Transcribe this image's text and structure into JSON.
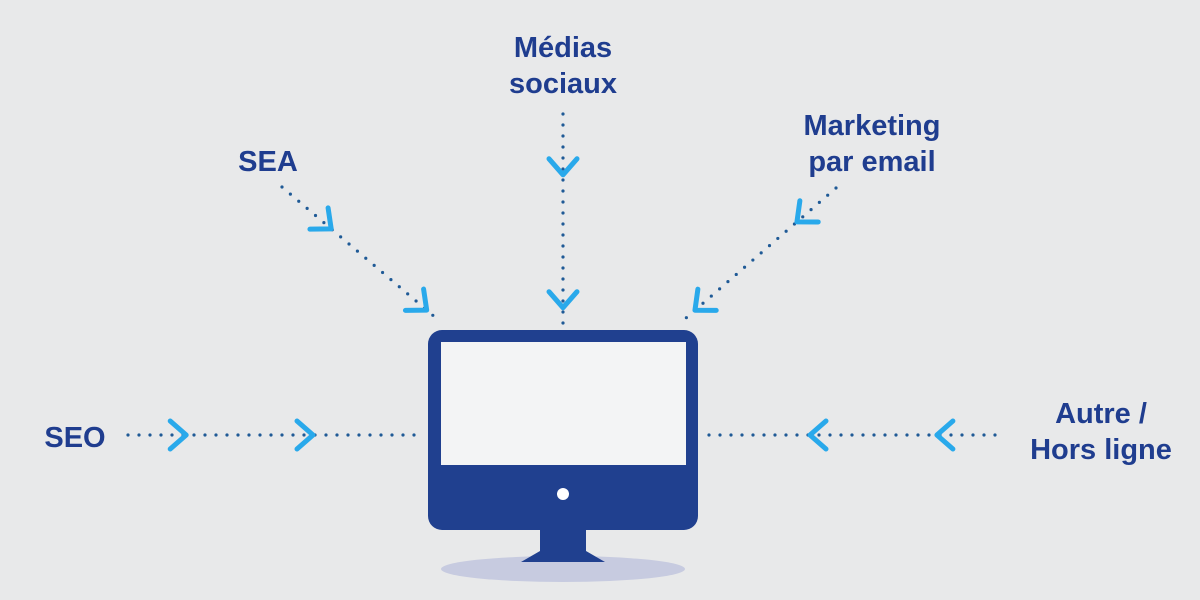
{
  "colors": {
    "background": "#e8e9ea",
    "label_text": "#1f3d8f",
    "dotted_line": "#1f5a96",
    "arrow": "#29a9eb",
    "monitor_body": "#20408f",
    "monitor_screen": "#f3f4f5",
    "monitor_shadow": "#c7cbe0"
  },
  "channels": {
    "seo": {
      "line1": "SEO"
    },
    "sea": {
      "line1": "SEA"
    },
    "social": {
      "line1": "Médias",
      "line2": "sociaux"
    },
    "email": {
      "line1": "Marketing",
      "line2": "par email"
    },
    "other": {
      "line1": "Autre /",
      "line2": "Hors ligne"
    }
  },
  "icons": {
    "center": "desktop-monitor-icon",
    "arrow": "chevron-arrow-icon"
  }
}
